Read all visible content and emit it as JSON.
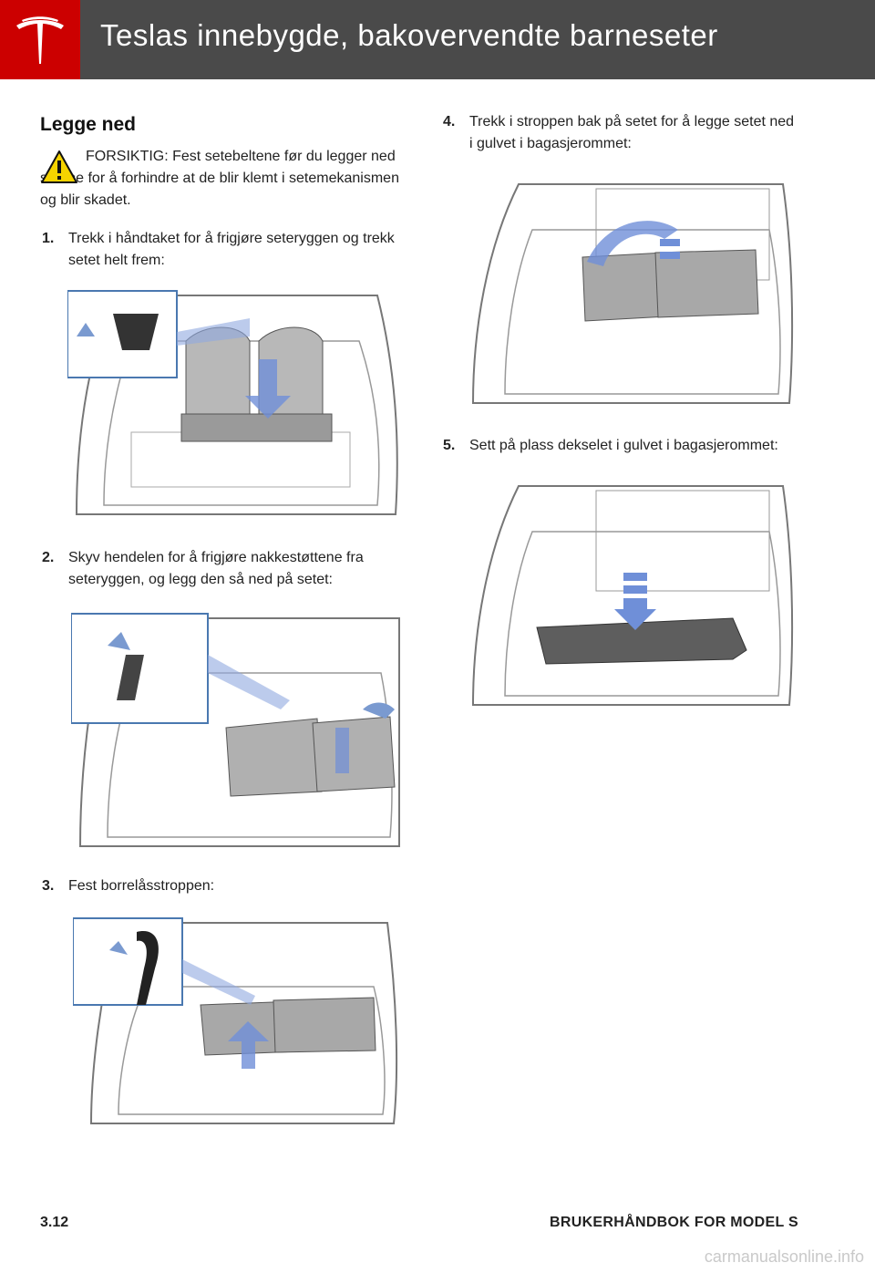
{
  "header": {
    "title": "Teslas innebygde, bakovervendte barneseter",
    "brand_color": "#cc0000",
    "bar_color": "#4a4a4a",
    "logo_icon": "tesla-logo-icon"
  },
  "section": {
    "title": "Legge ned",
    "caution": {
      "icon": "warning-triangle-icon",
      "label": "FORSIKTIG:",
      "text": "Fest setebeltene før du legger ned setene for å forhindre at de blir klemt i setemekanismen og blir skadet."
    },
    "steps": [
      {
        "num": "1.",
        "text": "Trekk i håndtaket for å frigjøre seteryggen og trekk setet helt frem:"
      },
      {
        "num": "2.",
        "text": "Skyv hendelen for å frigjøre nakkestøttene fra seteryggen, og legg den så ned på setet:"
      },
      {
        "num": "3.",
        "text": "Fest borrelåsstroppen:"
      },
      {
        "num": "4.",
        "text": "Trekk i stroppen bak på setet for å legge setet ned i gulvet i bagasjerommet:"
      },
      {
        "num": "5.",
        "text": "Sett på plass dekselet i gulvet i bagasjerommet:"
      }
    ]
  },
  "footer": {
    "page_number": "3.12",
    "manual_title": "BRUKERHÅNDBOK FOR MODEL S"
  },
  "watermark": "carmanualsonline.info"
}
